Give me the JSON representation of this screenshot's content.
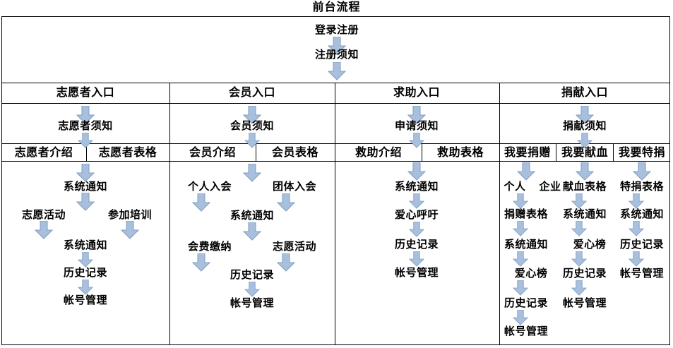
{
  "diagram": {
    "title": "前台流程",
    "type": "flowchart",
    "accent_color": "#a8c0dd",
    "accent_stroke": "#7e9cc0",
    "line_color": "#000000",
    "background": "#ffffff"
  },
  "top_section": {
    "nodes": [
      {
        "label": "登录注册"
      },
      {
        "label": "注册须知"
      }
    ]
  },
  "columns": [
    {
      "entry": "志愿者入口",
      "notice": "志愿者须知",
      "subcolumns": [
        {
          "label": "志愿者介绍"
        },
        {
          "label": "志愿者表格"
        }
      ],
      "flow": [
        "系统通知",
        "志愿活动",
        "参加培训",
        "系统通知",
        "历史记录",
        "帐号管理"
      ]
    },
    {
      "entry": "会员入口",
      "notice": "会员须知",
      "subcolumns": [
        {
          "label": "会员介绍"
        },
        {
          "label": "会员表格"
        }
      ],
      "flow": [
        "个人入会",
        "团体入会",
        "系统通知",
        "会费缴纳",
        "志愿活动",
        "历史记录",
        "帐号管理"
      ]
    },
    {
      "entry": "求助入口",
      "notice": "申请须知",
      "subcolumns": [
        {
          "label": "救助介绍"
        },
        {
          "label": "救助表格"
        }
      ],
      "flow": [
        "系统通知",
        "爱心呼吁",
        "历史记录",
        "帐号管理"
      ]
    },
    {
      "entry": "捐献入口",
      "notice": "捐献须知",
      "subcolumns": [
        {
          "label": "我要捐赠"
        },
        {
          "label": "我要献血"
        },
        {
          "label": "我要特捐"
        }
      ],
      "flow_donate": [
        "个人",
        "企业",
        "捐赠表格",
        "系统通知",
        "爱心榜",
        "历史记录",
        "帐号管理"
      ],
      "flow_blood": [
        "献血表格",
        "系统通知",
        "爱心榜",
        "历史记录",
        "帐号管理"
      ],
      "flow_special": [
        "特捐表格",
        "系统通知",
        "历史记录",
        "帐号管理"
      ]
    }
  ]
}
